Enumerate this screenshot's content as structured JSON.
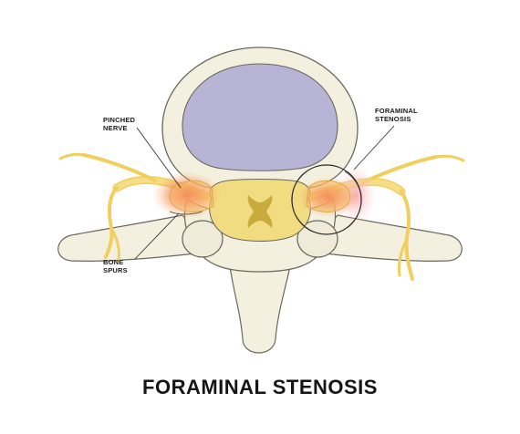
{
  "title": "FORAMINAL STENOSIS",
  "labels": {
    "pinched_nerve": "PINCHED\nNERVE",
    "foraminal_stenosis": "FORAMINAL\nSTENOSIS",
    "bone_spurs": "BONE\nSPURS"
  },
  "colors": {
    "bone": "#f3f0e0",
    "bone_outline": "#5c5a52",
    "disc_nucleus": "#b7b4d6",
    "nerve": "#f4d875",
    "inflammation": "#f26b4a",
    "spinal_cord": "#f1dc82",
    "cord_gray_matter": "#c9ab3c"
  }
}
